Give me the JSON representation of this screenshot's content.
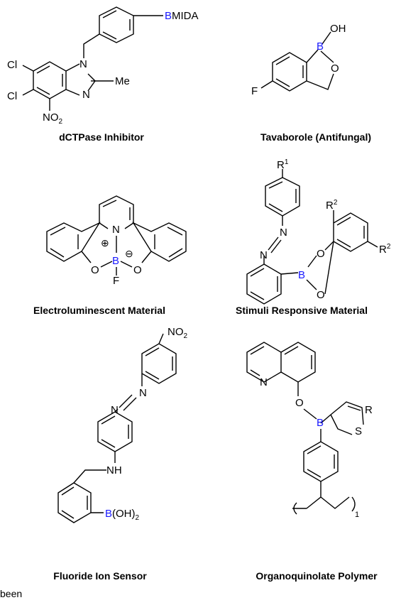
{
  "colors": {
    "boron": "#1a1aff",
    "ink": "#000000"
  },
  "panels": [
    {
      "caption": "dCTPase Inhibitor",
      "atoms": {
        "boron_group": "MIDA",
        "halogen_1": "Cl",
        "halogen_2": "Cl",
        "methyl": "Me",
        "nitro": "NO",
        "nitro_sub": "2"
      }
    },
    {
      "caption": "Tavaborole (Antifungal)",
      "atoms": {
        "hydroxyl": "OH",
        "fluorine": "F"
      }
    },
    {
      "caption": "Electroluminescent Material",
      "atoms": {
        "fluorine": "F",
        "plus": "⊕",
        "minus": "⊖"
      }
    },
    {
      "caption": "Stimuli Responsive Material",
      "atoms": {
        "r": "R",
        "sup_1": "1",
        "sup_2": "2"
      }
    },
    {
      "caption": "Fluoride Ion Sensor",
      "atoms": {
        "nitro": "NO",
        "nitro_sub": "2",
        "amine": "NH",
        "boronic": "(OH)",
        "boronic_sub": "2"
      }
    },
    {
      "caption": "Organoquinolate Polymer",
      "atoms": {
        "r": "R",
        "repeat": "1"
      }
    }
  ],
  "trailing_text": "been",
  "elements": {
    "boron": "B",
    "nitrogen": "N",
    "oxygen": "O",
    "sulfur": "S"
  }
}
